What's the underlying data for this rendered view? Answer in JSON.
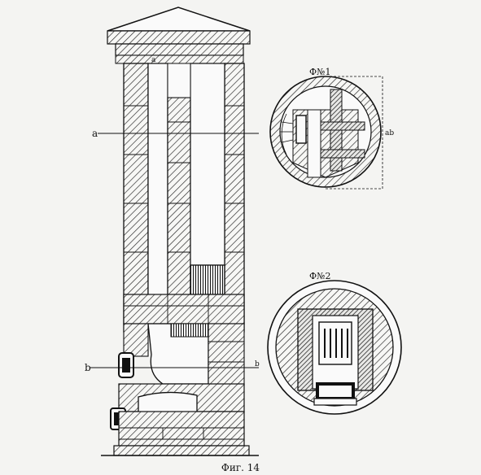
{
  "figure": {
    "caption": "Фиг. 14",
    "section_mark_a": "a",
    "section_mark_b": "b",
    "top_mark": "a",
    "plan1_title": "Ф№1",
    "plan2_title": "Ф№2",
    "plan1_dimension": "ab"
  },
  "colors": {
    "paper": "#f4f4f2",
    "ink": "#111111",
    "hatch": "#2a2a2a"
  }
}
